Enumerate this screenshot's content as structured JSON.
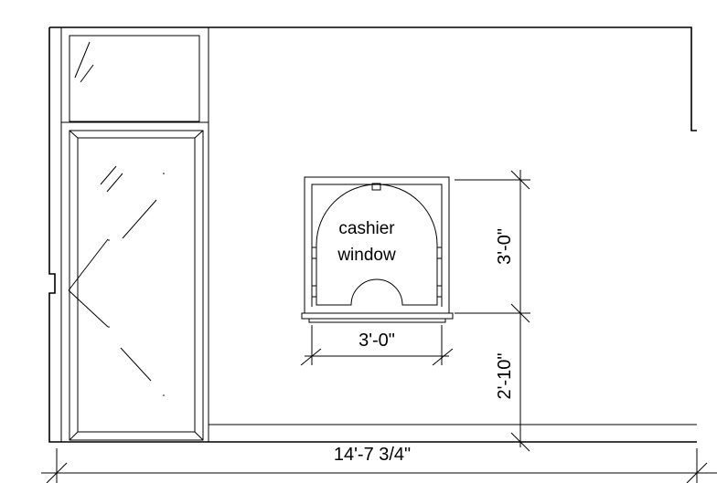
{
  "elevation": {
    "window_label_line1": "cashier",
    "window_label_line2": "window"
  },
  "dimensions": {
    "window_width": "3'-0\"",
    "window_height": "3'-0\"",
    "sill_height": "2'-10\"",
    "overall_width": "14'-7 3/4\""
  }
}
